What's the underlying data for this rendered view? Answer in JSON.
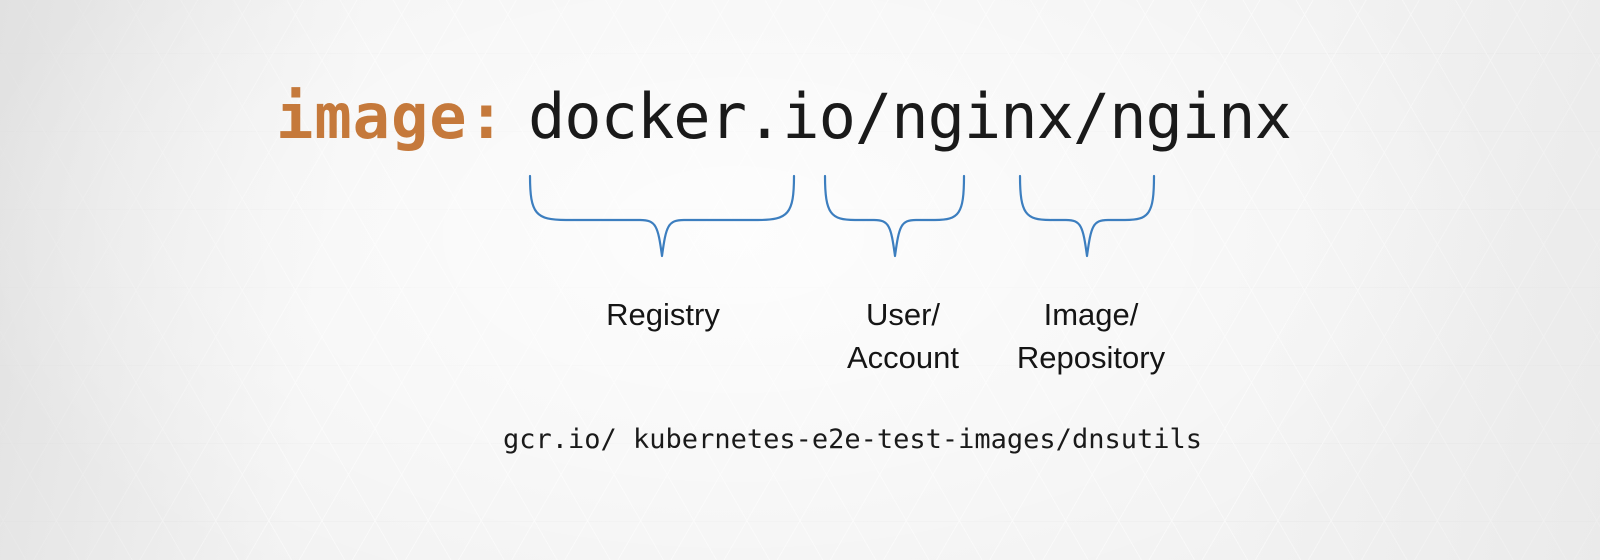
{
  "slide": {
    "background_color": "#f2f2f2",
    "accent_color": "#c5793b",
    "brace_color": "#3c7ebf",
    "text_color": "#1a1a1a"
  },
  "image_line": {
    "key": "image:",
    "value": "docker.io/nginx/nginx"
  },
  "segments": [
    {
      "id": "registry",
      "label": "Registry",
      "text": "docker.io/"
    },
    {
      "id": "user",
      "label": "User/\nAccount",
      "text": "nginx/"
    },
    {
      "id": "image",
      "label": "Image/\nRepository",
      "text": "nginx"
    }
  ],
  "example": {
    "text": "gcr.io/ kubernetes-e2e-test-images/dnsutils"
  }
}
